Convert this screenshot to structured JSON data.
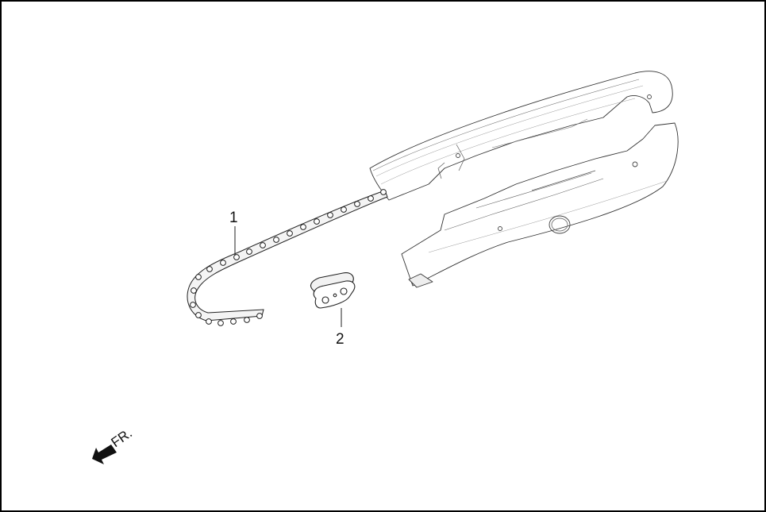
{
  "diagram": {
    "type": "exploded-parts-view",
    "callouts": [
      {
        "number": "1",
        "part": "drive-chain"
      },
      {
        "number": "2",
        "part": "master-link"
      }
    ],
    "direction_indicator": {
      "label": "FR.",
      "icon": "arrow-down-left-icon"
    },
    "colors": {
      "line": "#222222",
      "background": "#ffffff",
      "border": "#000000"
    }
  }
}
